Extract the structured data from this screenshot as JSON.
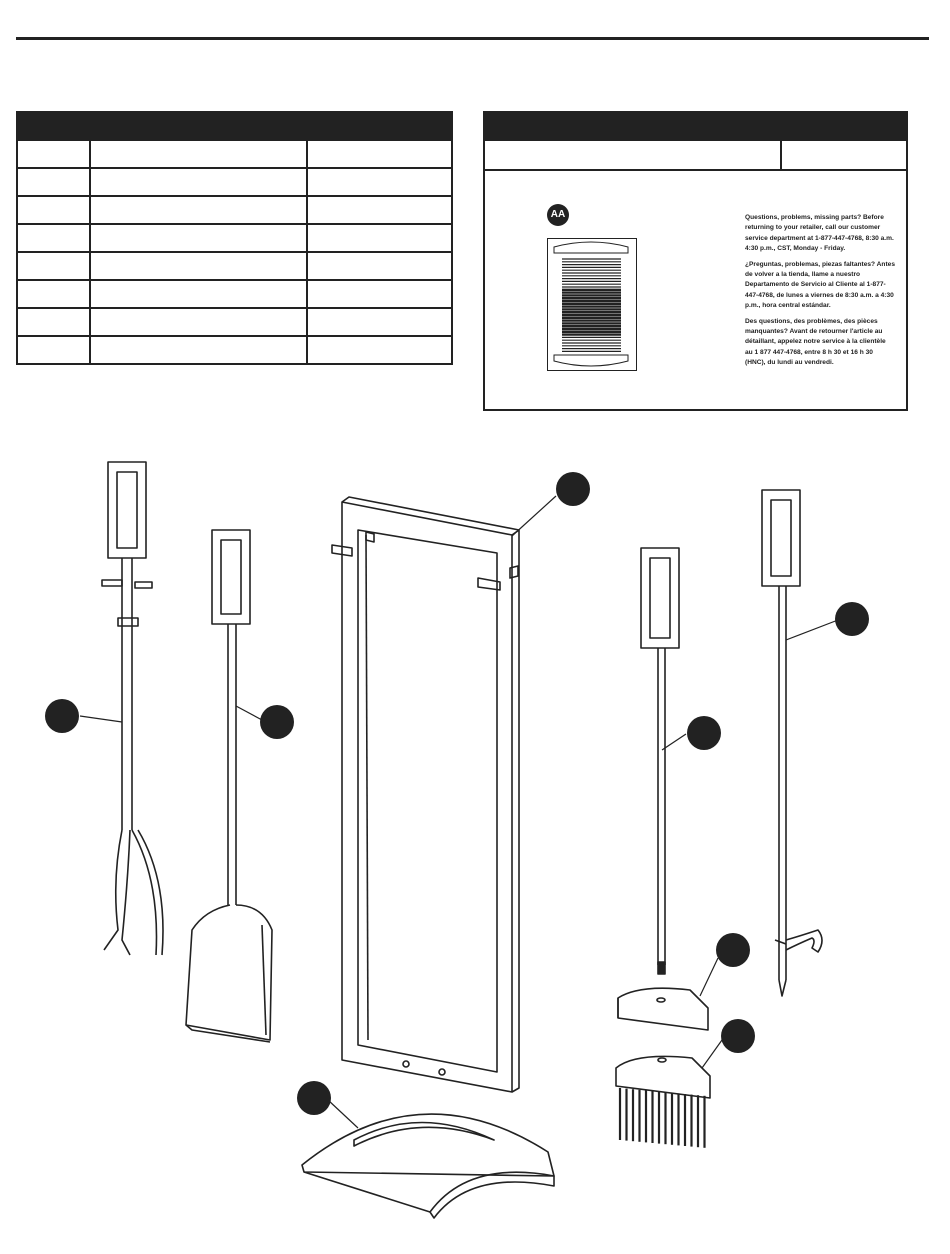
{
  "hardware": {
    "label": "AA",
    "help_en": "Questions, problems, missing parts? Before returning to your retailer, call our customer service department at 1-877-447-4768, 8:30 a.m. 4:30 p.m., CST, Monday - Friday.",
    "help_es": "¿Preguntas, problemas, piezas faltantes? Antes de volver a la tienda, llame a nuestro Departamento de Servicio al Cliente al 1-877-447-4768, de lunes a viernes de 8:30 a.m. a 4:30 p.m., hora central estándar.",
    "help_fr": "Des questions, des problèmes, des pièces manquantes? Avant de retourner l'article au détaillant, appelez notre service à la clientèle au 1 877 447-4768, entre 8 h 30 et 16 h 30 (HNC), du lundi au vendredi."
  },
  "colors": {
    "ink": "#222222",
    "paper": "#ffffff"
  }
}
